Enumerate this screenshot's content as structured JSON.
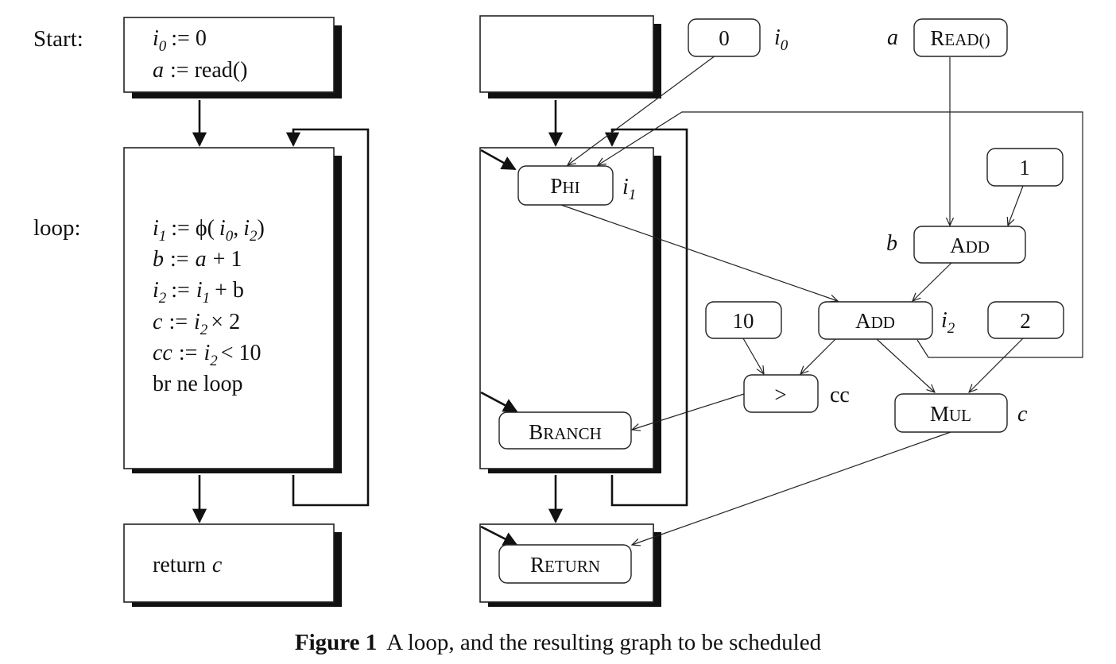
{
  "left": {
    "labels": {
      "start": "Start:",
      "loop": "loop:"
    },
    "start_block": {
      "line1": {
        "var": "i",
        "sub": "0",
        "rest": ":= 0"
      },
      "line2": {
        "var": "a",
        "rest": ":= read()"
      }
    },
    "loop_block": {
      "line1": {
        "lhs": "i",
        "lhs_sub": "1",
        "mid": ":= ϕ(",
        "a1": "i",
        "a1_sub": "0",
        "comma": ",",
        "a2": "i",
        "a2_sub": "2",
        "close": ")"
      },
      "line2": {
        "lhs": "b",
        "mid": ":=",
        "v": "a",
        "rest": "+ 1"
      },
      "line3": {
        "lhs": "i",
        "lhs_sub": "2",
        "mid": ":=",
        "v": "i",
        "v_sub": "1",
        "rest": "+ b"
      },
      "line4": {
        "lhs": "c",
        "mid": ":=",
        "v": "i",
        "v_sub": "2",
        "rest": "× 2"
      },
      "line5": {
        "lhs": "cc",
        "mid": ":=",
        "v": "i",
        "v_sub": "2",
        "rest": "< 10"
      },
      "line6": "br ne loop"
    },
    "return_block": {
      "kw": "return",
      "var": "c"
    }
  },
  "graph": {
    "nodes": {
      "zero": "0",
      "read": {
        "big": "R",
        "small": "EAD()"
      },
      "one": "1",
      "phi": {
        "big": "P",
        "small": "HI"
      },
      "add_b": {
        "big": "A",
        "small": "DD"
      },
      "add_i2": {
        "big": "A",
        "small": "DD"
      },
      "ten": "10",
      "two": "2",
      "gt": ">",
      "mul": {
        "big": "M",
        "small": "UL"
      },
      "branch": {
        "big": "B",
        "small": "RANCH"
      },
      "ret": {
        "big": "R",
        "small": "ETURN"
      }
    },
    "labels": {
      "i0": {
        "var": "i",
        "sub": "0"
      },
      "a": "a",
      "i1": {
        "var": "i",
        "sub": "1"
      },
      "b": "b",
      "i2": {
        "var": "i",
        "sub": "2"
      },
      "cc": "cc",
      "c": "c"
    }
  },
  "caption": {
    "figure": "Figure 1",
    "text": "A loop, and the resulting graph to be scheduled"
  }
}
